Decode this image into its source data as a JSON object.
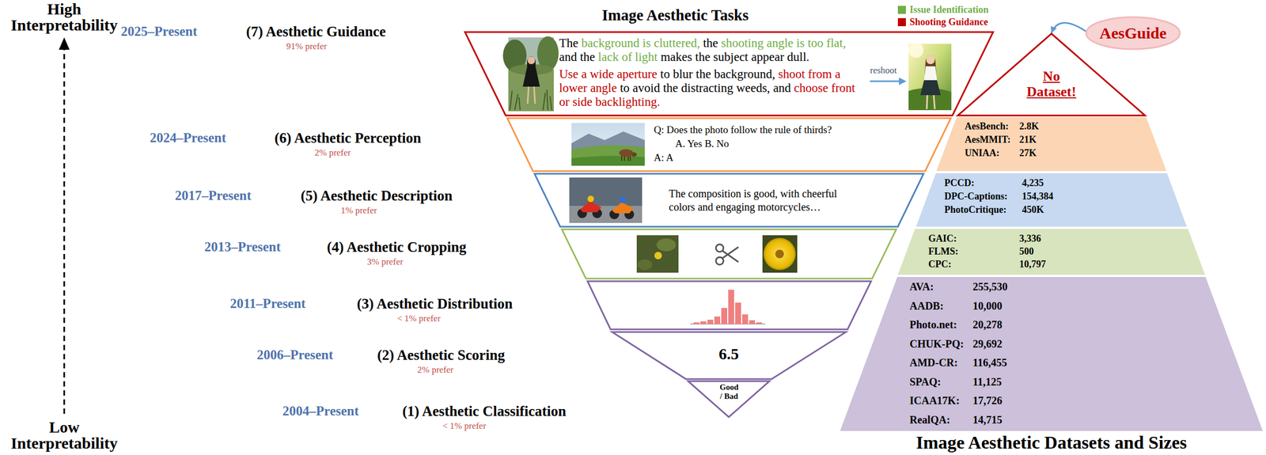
{
  "diagram": {
    "title": "Image Aesthetic Tasks",
    "nodes": [
      {
        "text": [
          "The background is cluttered, the shooting angle is too flat, and the lack of light makes the subject appear dull.",
          "Use a wide aperture to blur the background, shoot from a lower angle to avoid the distracting weeds, and choose front or side backlighting."
        ]
      },
      {
        "text": [
          "Q: Does the photo follow the rule of thirds?",
          "A. Yes B. No",
          "A: A"
        ]
      },
      {
        "text": [
          "The composition is good, with cheerful colors and engaging motorcycles…"
        ]
      },
      {
        "text": [
          "6.5"
        ]
      },
      {
        "text": [
          "Good / Bad"
        ]
      },
      {
        "text": [
          "AesGuide"
        ]
      },
      {
        "text": [
          "No Dataset!"
        ]
      },
      {
        "text": [
          "AesBench:",
          "2.8K",
          "AesMMIT:",
          "21K",
          "UNIAA:",
          "27K"
        ]
      },
      {
        "text": [
          "PCCD:",
          "4,235",
          "DPC-Captions:",
          "154,384",
          "PhotoCritique:",
          "450K"
        ]
      },
      {
        "text": [
          "GAIC:",
          "3,336",
          "FLMS:",
          "500",
          "CPC:",
          "10,797"
        ]
      },
      {
        "text": [
          "AVA:",
          "255,530",
          "AADB:",
          "10,000",
          "Photo.net:",
          "20,278",
          "CHUK-PQ:",
          "29,692",
          "AMD-CR:",
          "116,455",
          "SPAQ:",
          "11,125",
          "ICAA17K:",
          "17,726",
          "RealQA:",
          "14,715"
        ]
      }
    ],
    "edges": [
      {
        "from": 5,
        "to": 6,
        "arrow": "to"
      }
    ],
    "labels": [
      "High Interpretability",
      "2025–Present",
      "(7) Aesthetic Guidance",
      "91% prefer",
      "2024–Present",
      "(6) Aesthetic Perception",
      "2% prefer",
      "2017–Present",
      "(5) Aesthetic Description",
      "1% prefer",
      "2013–Present",
      "(4) Aesthetic Cropping",
      "3% prefer",
      "2011–Present",
      "(3) Aesthetic Distribution",
      "< 1% prefer",
      "2006–Present",
      "(2) Aesthetic Scoring",
      "2% prefer",
      "2004–Present",
      "(1) Aesthetic Classification",
      "< 1% prefer",
      "Low Interpretability",
      "reshoot",
      "Image Aesthetic Datasets and Sizes"
    ],
    "legend": [
      {
        "text": "Issue Identification",
        "color": "#70ad47"
      },
      {
        "text": "Shooting Guidance",
        "color": "#c00000"
      }
    ]
  }
}
